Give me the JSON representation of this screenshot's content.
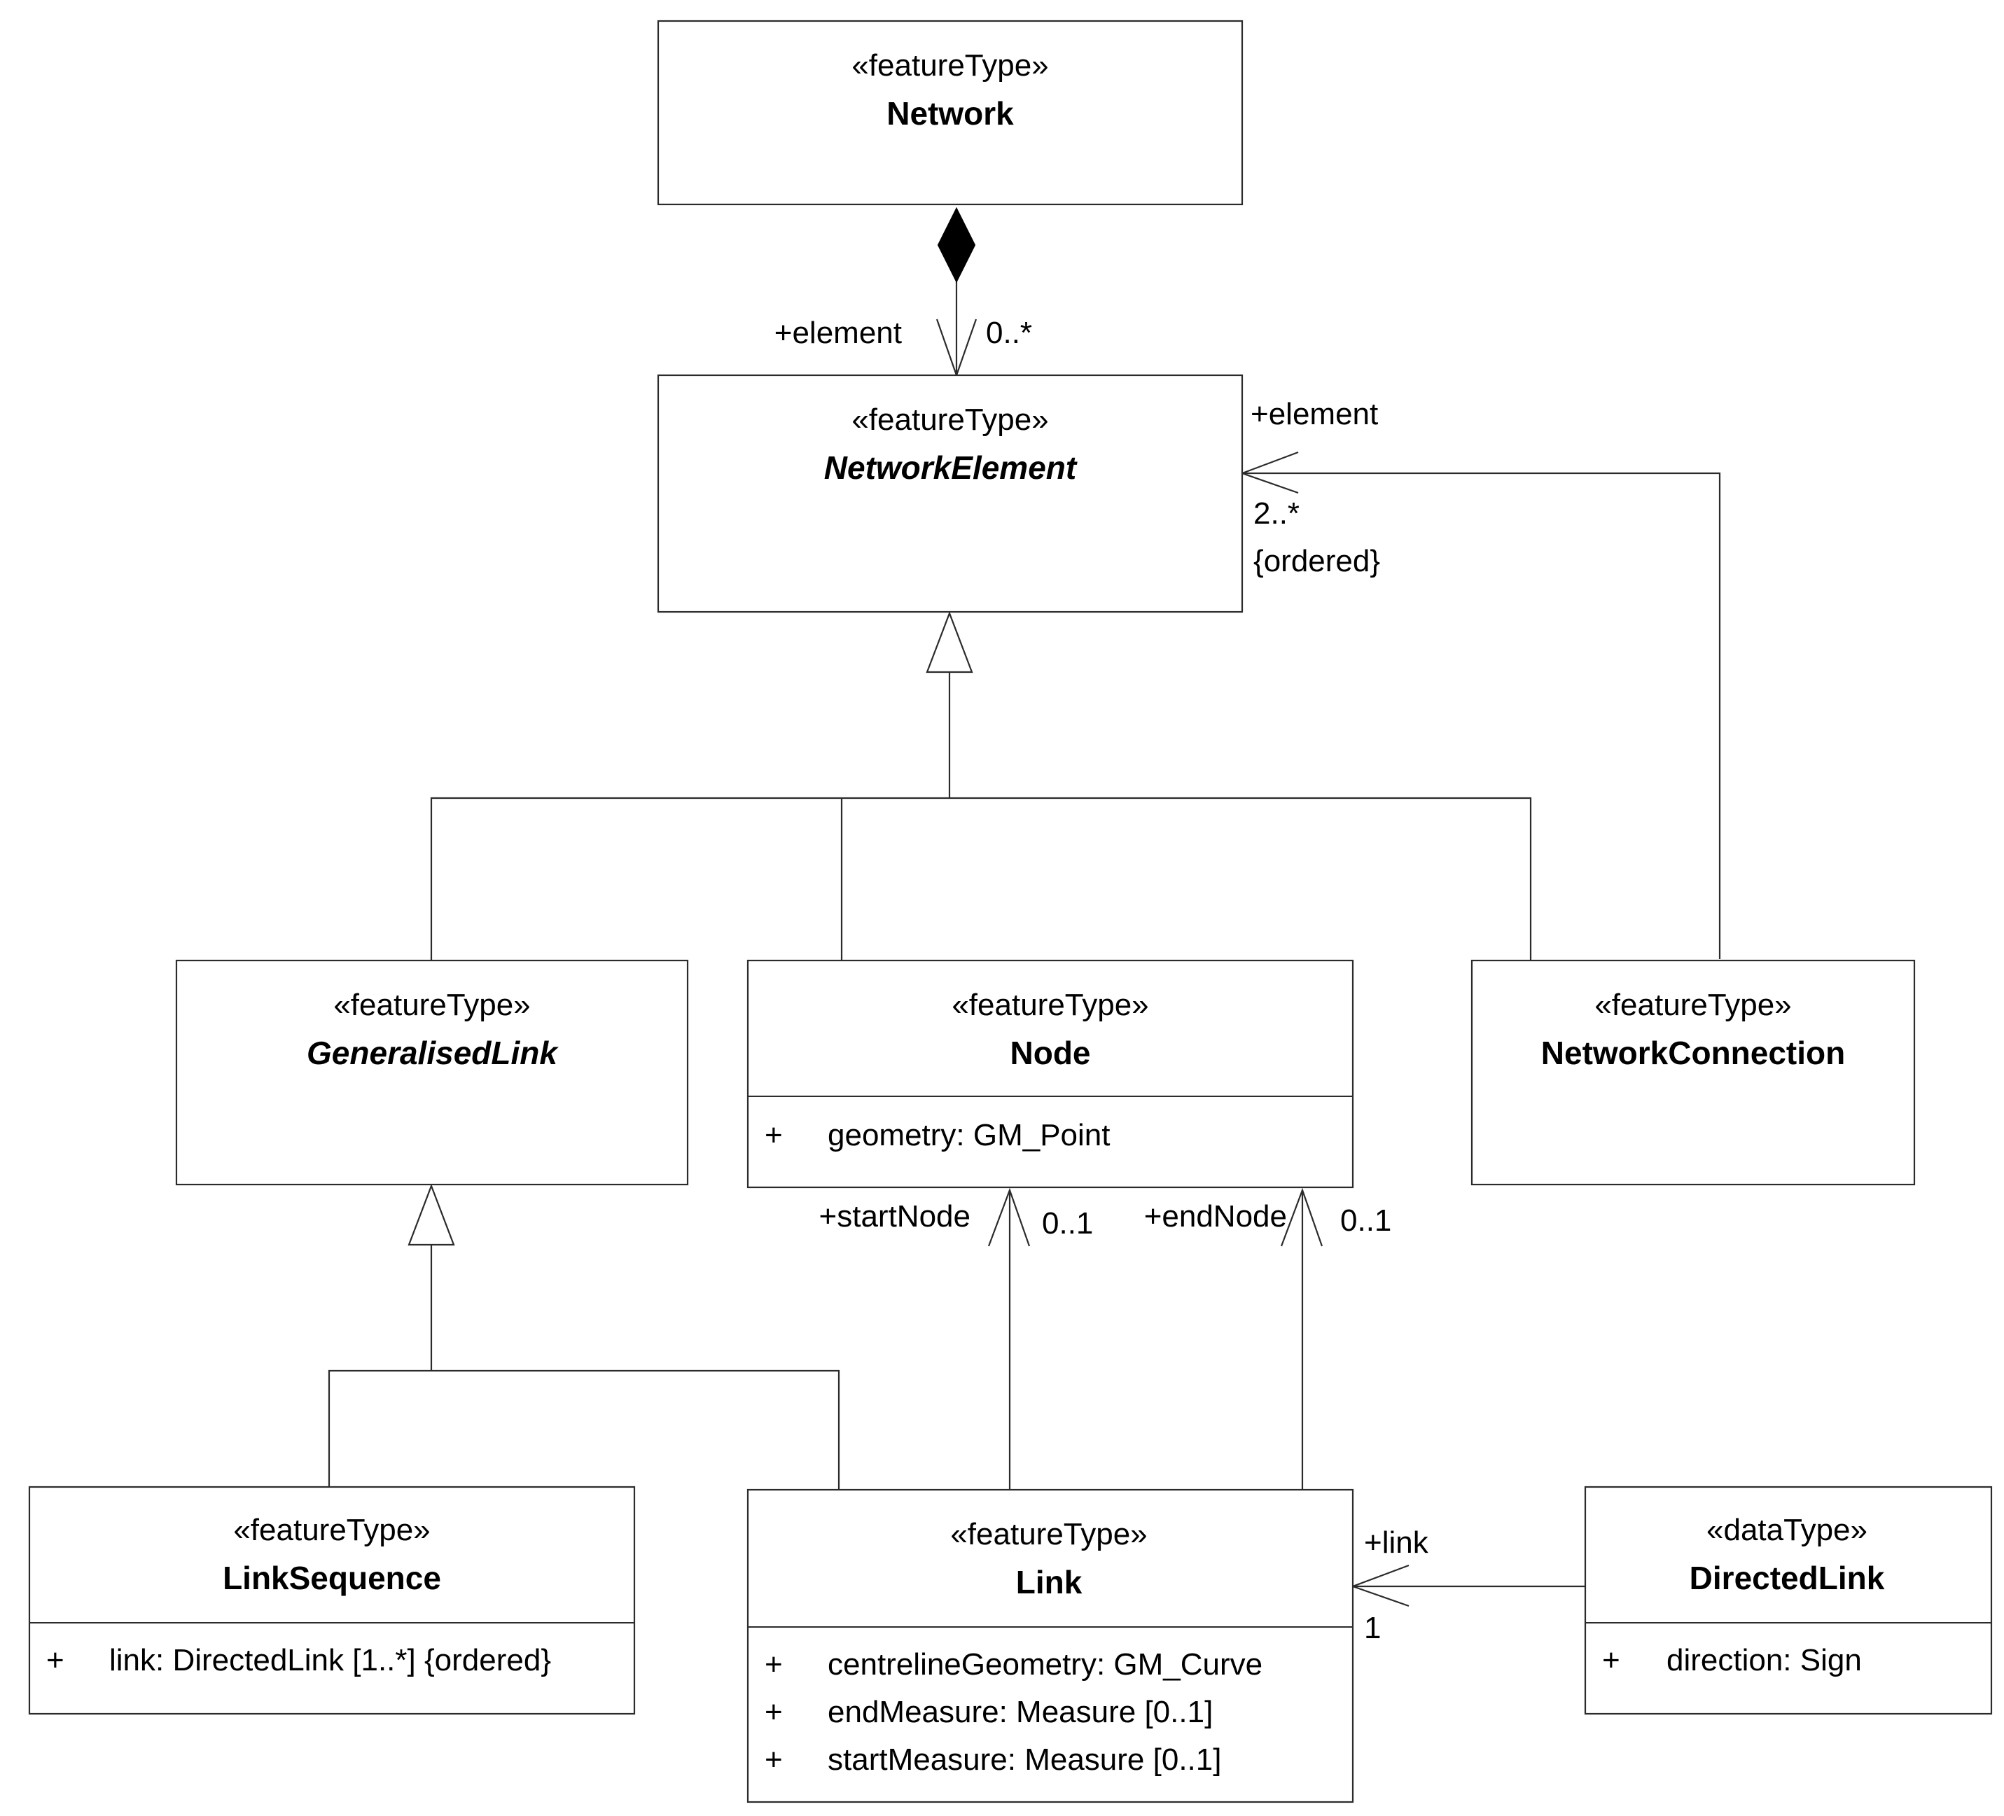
{
  "classes": {
    "network": {
      "stereotype": "«featureType»",
      "name": "Network"
    },
    "network_element": {
      "stereotype": "«featureType»",
      "name": "NetworkElement"
    },
    "generalised_link": {
      "stereotype": "«featureType»",
      "name": "GeneralisedLink"
    },
    "node": {
      "stereotype": "«featureType»",
      "name": "Node",
      "attributes": [
        {
          "vis": "+",
          "text": "geometry: GM_Point"
        }
      ]
    },
    "network_connection": {
      "stereotype": "«featureType»",
      "name": "NetworkConnection"
    },
    "link_sequence": {
      "stereotype": "«featureType»",
      "name": "LinkSequence",
      "attributes": [
        {
          "vis": "+",
          "text": "link: DirectedLink [1..*] {ordered}"
        }
      ]
    },
    "link": {
      "stereotype": "«featureType»",
      "name": "Link",
      "attributes": [
        {
          "vis": "+",
          "text": "centrelineGeometry: GM_Curve"
        },
        {
          "vis": "+",
          "text": "endMeasure: Measure [0..1]"
        },
        {
          "vis": "+",
          "text": "startMeasure: Measure [0..1]"
        }
      ]
    },
    "directed_link": {
      "stereotype": "«dataType»",
      "name": "DirectedLink",
      "attributes": [
        {
          "vis": "+",
          "text": "direction: Sign"
        }
      ]
    }
  },
  "associations": {
    "network_element": {
      "role": "+element",
      "multiplicity": "0..*"
    },
    "connection_element": {
      "role": "+element",
      "multiplicity": "2..*",
      "constraint": "{ordered}"
    },
    "start_node": {
      "role": "+startNode",
      "multiplicity": "0..1"
    },
    "end_node": {
      "role": "+endNode",
      "multiplicity": "0..1"
    },
    "directed_link_link": {
      "role": "+link",
      "multiplicity": "1"
    }
  }
}
